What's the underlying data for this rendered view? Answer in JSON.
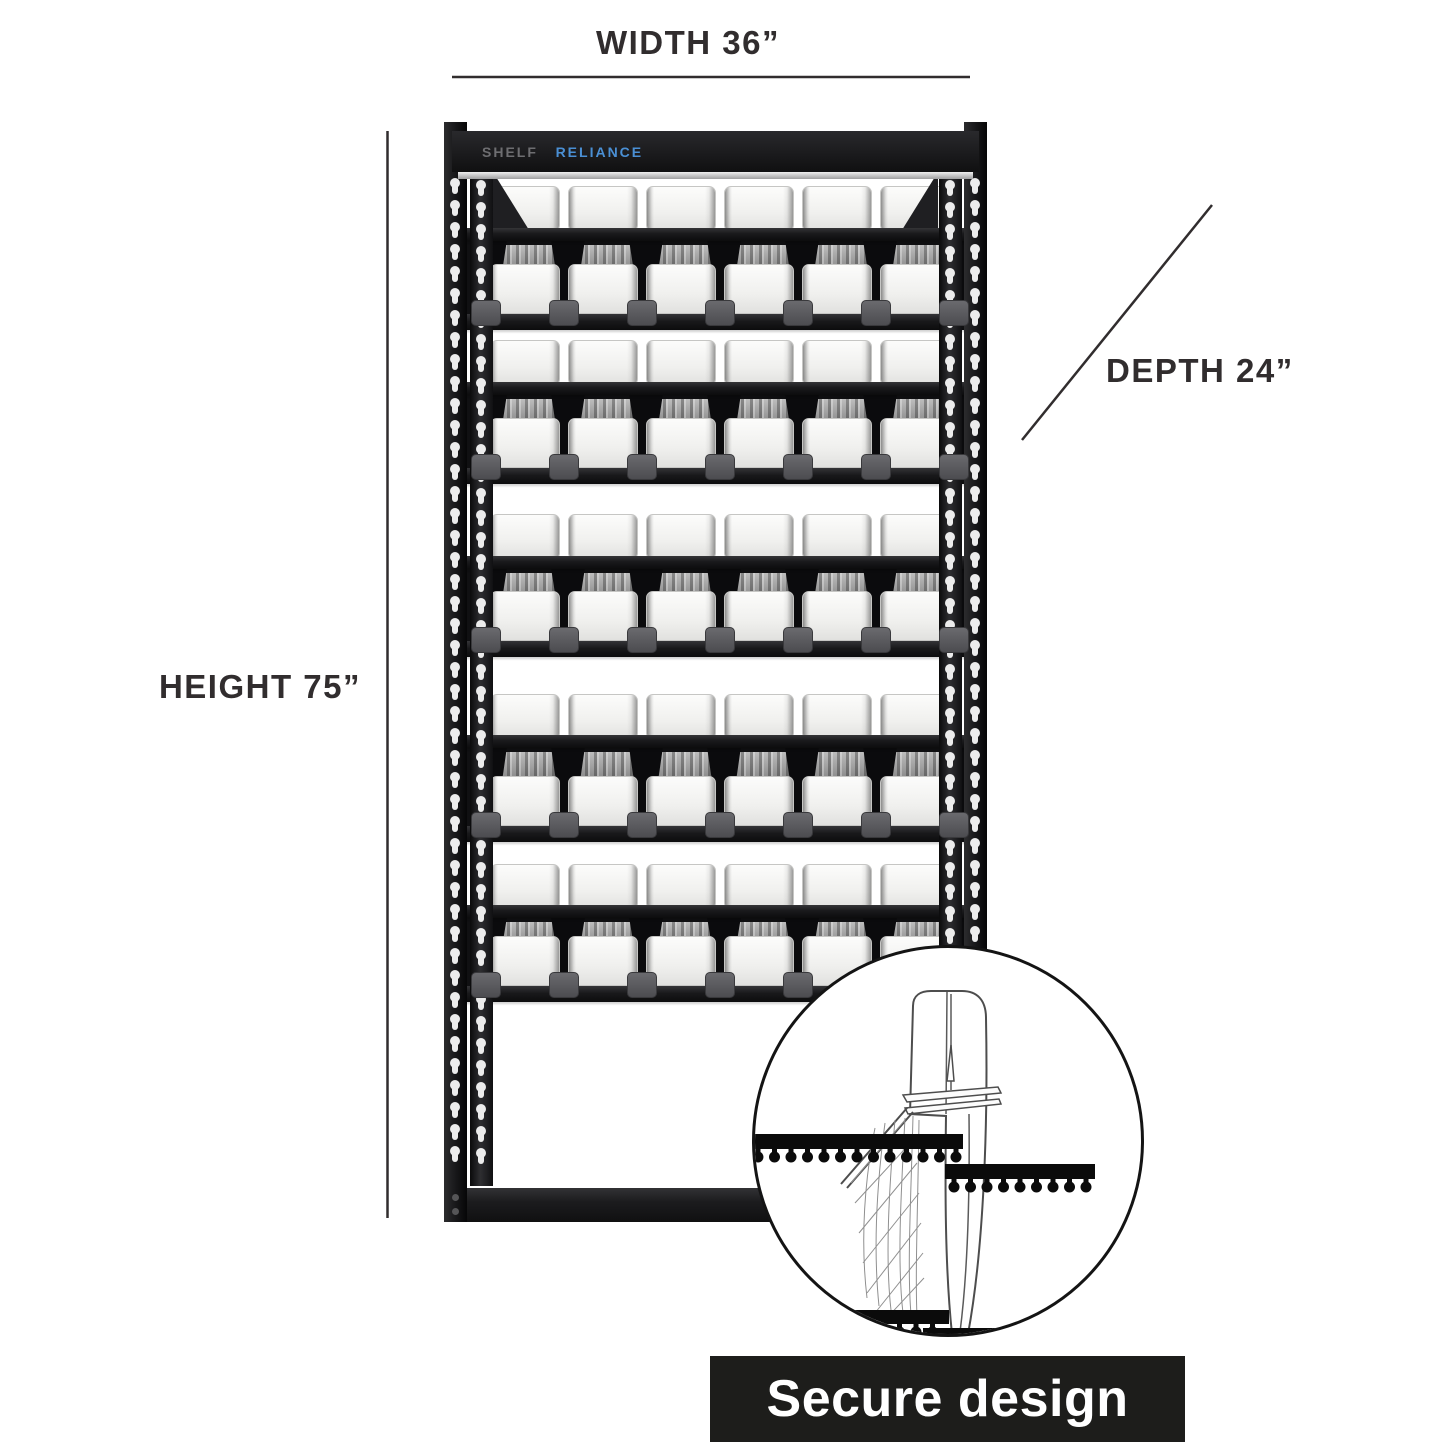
{
  "labels": {
    "width": "WIDTH 36”",
    "depth": "DEPTH 24”",
    "height": "HEIGHT 75”"
  },
  "logo": {
    "shelf": "SHELF",
    "reliance": "RELIANCE"
  },
  "caption": {
    "text": "Secure design"
  },
  "shelf": {
    "levels_with_cans": 5,
    "cans_per_row": 6,
    "rows_per_level": 2,
    "bottom_bay_empty": true
  },
  "colors": {
    "brand_blue": "#4a8fd4",
    "logo_gray": "#6e6e71",
    "frame_black": "#1c1c1e",
    "can_white": "#f2f2f0",
    "caption_bg": "#1d1d1b",
    "annotation": "#312d2e"
  }
}
